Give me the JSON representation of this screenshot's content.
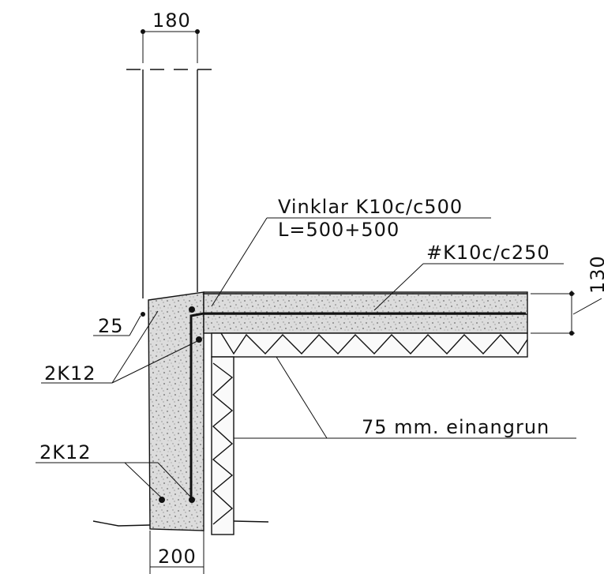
{
  "dimensions": {
    "wall_thickness": "180",
    "cover": "25",
    "slab_thickness": "130",
    "footing_width": "200"
  },
  "annotations": {
    "stirrups_line1": "Vinklar K10c/c500",
    "stirrups_line2": "L=500+500",
    "mesh": "#K10c/c250",
    "top_bars": "2K12",
    "bottom_bars": "2K12",
    "insulation": "75 mm. einangrun"
  }
}
